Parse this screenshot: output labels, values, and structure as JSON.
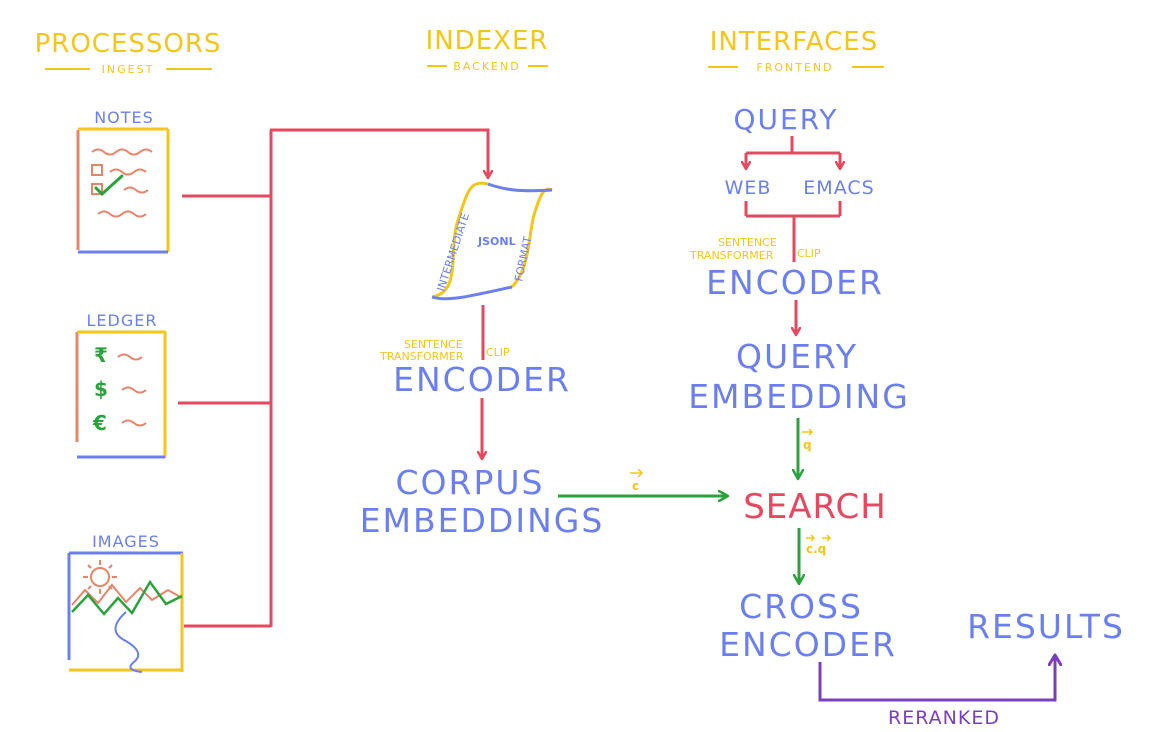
{
  "headers": {
    "processors": {
      "title": "PROCESSORS",
      "subtitle": "INGEST"
    },
    "indexer": {
      "title": "INDEXER",
      "subtitle": "BACKEND"
    },
    "interfaces": {
      "title": "INTERFACES",
      "subtitle": "FRONTEND"
    }
  },
  "sources": {
    "notes": "NOTES",
    "ledger": "LEDGER",
    "images": "IMAGES",
    "ledger_symbols": [
      "₹",
      "$",
      "€"
    ]
  },
  "indexer": {
    "scroll_words": [
      "INTERMEDIATE",
      "JSONL",
      "FORMAT"
    ],
    "model_sentence": "SENTENCE",
    "model_transformer": "TRANSFORMER",
    "model_clip": "CLIP",
    "encoder": "ENCODER",
    "corpus_line1": "CORPUS",
    "corpus_line2": "EMBEDDINGS",
    "vector_c": "c"
  },
  "interfaces": {
    "query": "QUERY",
    "web": "WEB",
    "emacs": "EMACS",
    "model_sentence": "SENTENCE",
    "model_transformer": "TRANSFORMER",
    "model_clip": "CLIP",
    "encoder": "ENCODER",
    "query_embedding_line1": "QUERY",
    "query_embedding_line2": "EMBEDDING",
    "vector_q": "q",
    "search": "SEARCH",
    "vector_cq": "c.q",
    "cross_line1": "CROSS",
    "cross_line2": "ENCODER",
    "results": "RESULTS",
    "reranked": "RERANKED"
  },
  "colors": {
    "heading": "#f5c518",
    "label": "#6b7ff0",
    "flow_red": "#e5495f",
    "flow_green": "#2aa33c",
    "flow_purple": "#7a3fc0",
    "doc_border_left": "#e8846a",
    "doc_border_bottom": "#6b7ff0"
  }
}
